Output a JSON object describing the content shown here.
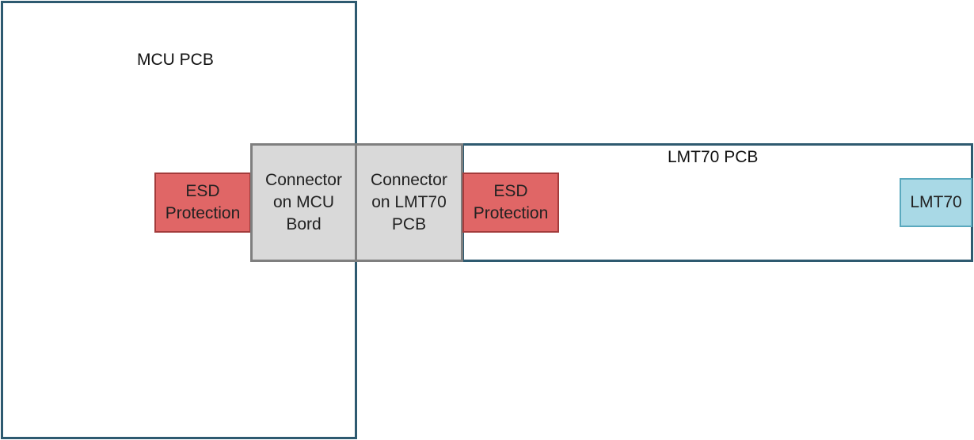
{
  "diagram": {
    "mcu_pcb_label": "MCU PCB",
    "lmt70_pcb_label": "LMT70 PCB",
    "esd_mcu_label": "ESD\nProtection",
    "connector_mcu_label": "Connector\non MCU\nBord",
    "connector_lmt70_label": "Connector\non LMT70\nPCB",
    "esd_lmt70_label": "ESD\nProtection",
    "lmt70_label": "LMT70"
  },
  "colors": {
    "pcb_border": "#2e5a70",
    "connector_fill": "#d9d9d9",
    "esd_fill": "#e06666",
    "lmt70_fill": "#a9d9e6"
  }
}
